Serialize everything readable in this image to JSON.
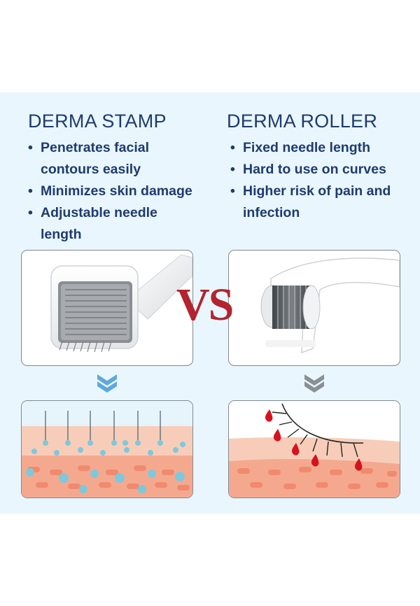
{
  "colors": {
    "panel_bg": "#e9f6fd",
    "heading": "#1f3b6e",
    "vs": "#b3242e",
    "chevron_left": "#5fa9d9",
    "chevron_right": "#8a8f93",
    "skin_top": "#f7cdb9",
    "skin_deep": "#f4a98f",
    "cell": "#f08a6f",
    "blood": "#d7121f",
    "pore": "#7fc8db"
  },
  "left": {
    "title": "DERMA STAMP",
    "bullets": [
      "Penetrates facial contours easily",
      "Minimizes skin damage",
      "Adjustable needle length"
    ]
  },
  "right": {
    "title": "DERMA ROLLER",
    "bullets": [
      "Fixed needle length",
      "Hard to use on curves",
      "Higher risk of pain and infection"
    ]
  },
  "vs_label": "VS",
  "icons": {
    "left_chevron": "double-chevron-down-icon",
    "right_chevron": "double-chevron-down-icon"
  }
}
